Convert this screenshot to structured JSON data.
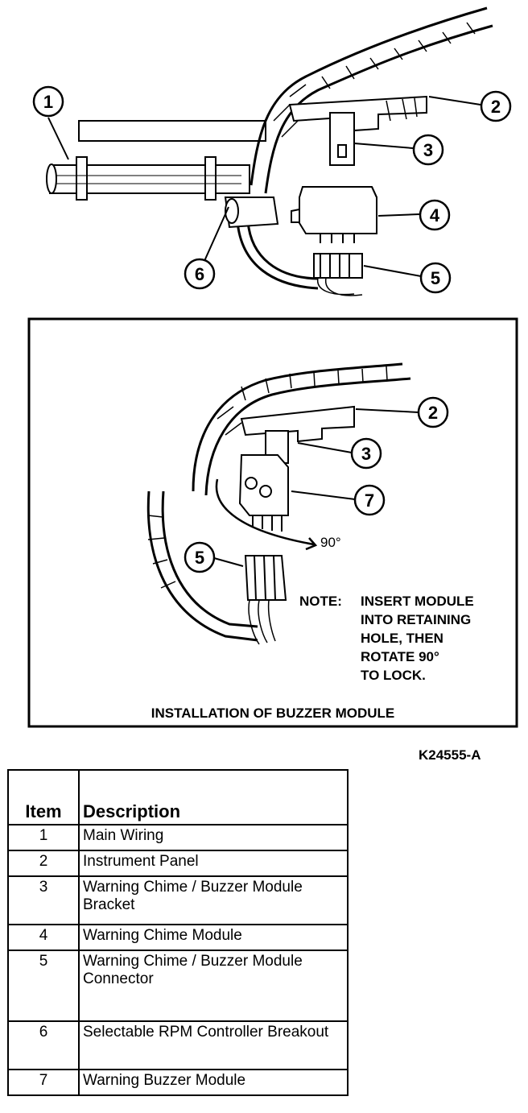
{
  "figure_id": "K24555-A",
  "callouts_top": [
    "1",
    "2",
    "3",
    "4",
    "5",
    "6"
  ],
  "callouts_inset": [
    "2",
    "3",
    "7",
    "5"
  ],
  "inset": {
    "angle_label": "90°",
    "note_lead": "NOTE:",
    "note_lines": [
      "INSERT MODULE",
      "INTO RETAINING",
      "HOLE, THEN",
      "ROTATE 90°",
      "TO LOCK."
    ],
    "caption": "INSTALLATION OF BUZZER MODULE"
  },
  "table": {
    "headers": [
      "Item",
      "Description"
    ],
    "rows": [
      {
        "item": "1",
        "description": "Main Wiring"
      },
      {
        "item": "2",
        "description": "Instrument Panel"
      },
      {
        "item": "3",
        "description": "Warning Chime / Buzzer Module Bracket"
      },
      {
        "item": "4",
        "description": "Warning Chime Module"
      },
      {
        "item": "5",
        "description": "Warning Chime / Buzzer Module Connector"
      },
      {
        "item": "6",
        "description": "Selectable RPM Controller Breakout"
      },
      {
        "item": "7",
        "description": "Warning Buzzer Module"
      }
    ]
  }
}
